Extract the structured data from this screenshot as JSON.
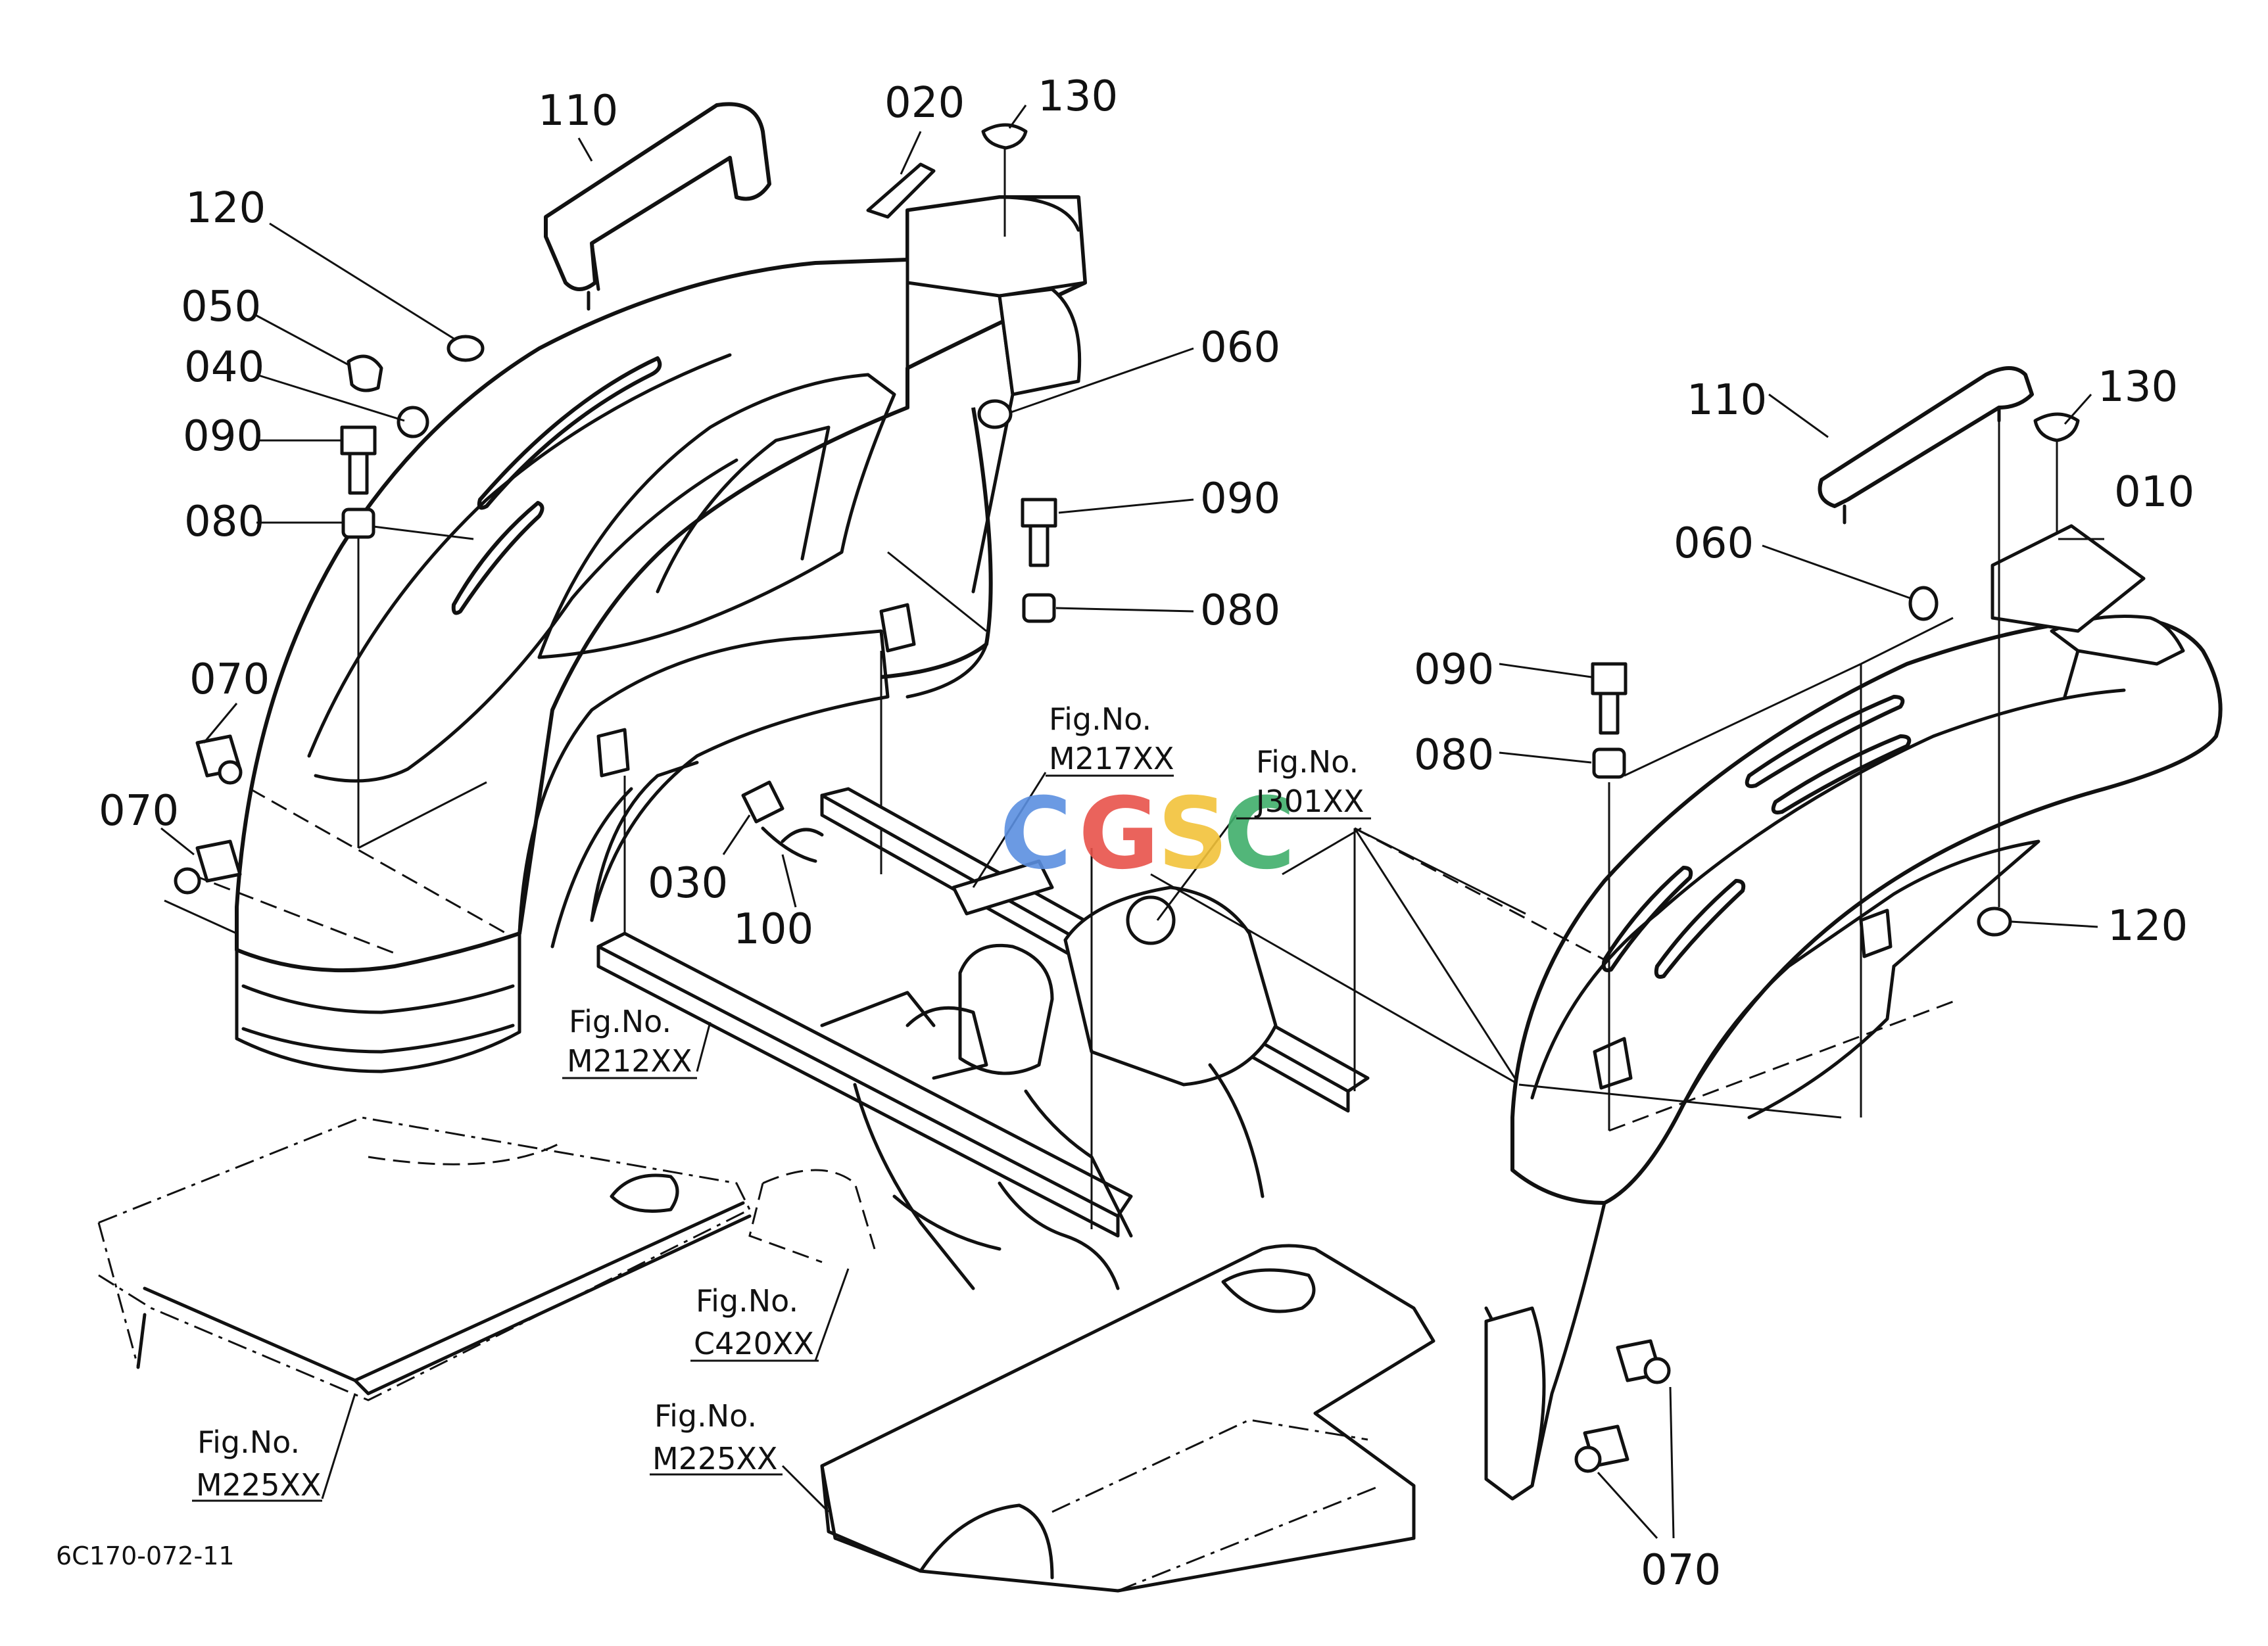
{
  "diagram_code": "6C170-072-11",
  "watermark": {
    "letters": [
      "C",
      "G",
      "S",
      "C"
    ],
    "colors": [
      "#5b8fe0",
      "#e8524a",
      "#f2c23a",
      "#3fae6a"
    ]
  },
  "part_numbers": {
    "p110_left": "110",
    "p020": "020",
    "p130_left": "130",
    "p120_left": "120",
    "p050": "050",
    "p040": "040",
    "p090_left": "090",
    "p080_left": "080",
    "p070_upper": "070",
    "p070_lower": "070",
    "p060_center": "060",
    "p090_center": "090",
    "p080_center": "080",
    "p030": "030",
    "p100": "100",
    "p110_right": "110",
    "p130_right": "130",
    "p010": "010",
    "p060_right": "060",
    "p090_right": "090",
    "p080_right": "080",
    "p120_right": "120",
    "p070_right": "070"
  },
  "figure_refs": {
    "m217": {
      "prefix": "Fig.No.",
      "code": "M217XX"
    },
    "j301": {
      "prefix": "Fig.No.",
      "code": "J301XX"
    },
    "m212": {
      "prefix": "Fig.No.",
      "code": "M212XX"
    },
    "c420": {
      "prefix": "Fig.No.",
      "code": "C420XX"
    },
    "m225_center": {
      "prefix": "Fig.No.",
      "code": "M225XX"
    },
    "m225_left": {
      "prefix": "Fig.No.",
      "code": "M225XX"
    }
  }
}
